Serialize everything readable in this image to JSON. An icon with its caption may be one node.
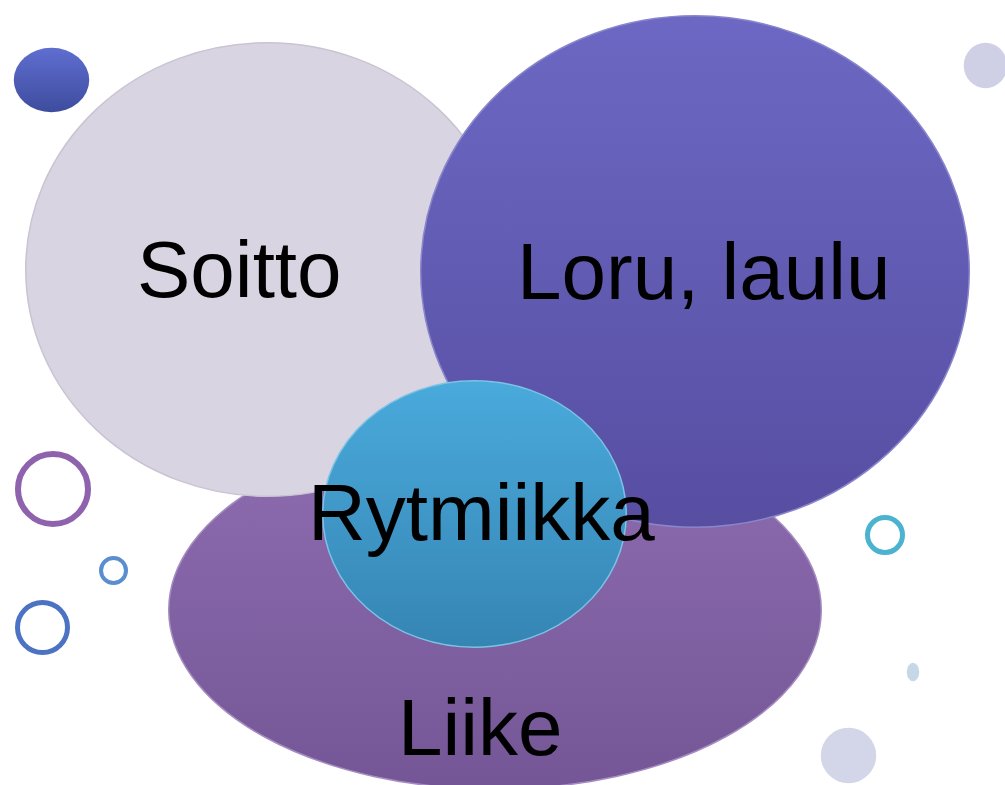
{
  "diagram": {
    "nodes": [
      {
        "text": [],
        "shape": "circle"
      },
      {
        "text": [
          "Soitto"
        ]
      },
      {
        "text": [
          "Loru, laulu"
        ]
      },
      {
        "text": [],
        "shape": "circle"
      },
      {
        "text": [],
        "shape": "ring"
      },
      {
        "text": [
          "Rytmiikka"
        ]
      },
      {
        "text": [],
        "shape": "ring"
      },
      {
        "text": [],
        "shape": "ring"
      },
      {
        "text": [],
        "shape": "ring"
      },
      {
        "text": [
          "Liike"
        ]
      },
      {
        "text": [],
        "shape": "circle"
      },
      {
        "text": [],
        "shape": "circle"
      }
    ]
  }
}
